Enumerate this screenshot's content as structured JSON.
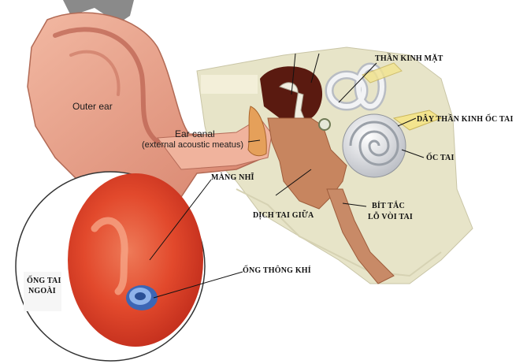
{
  "labels": {
    "outer_ear": "Outer ear",
    "ear_canal": "Ear canal",
    "ear_canal_sub": "(external acoustic meatus)",
    "facial_nerve": "THẦN KINH MẶT",
    "cochlear_nerve": "DÂY THẦN KINH ỐC TAI",
    "cochlea": "ỐC TAI",
    "eardrum": "MÀNG NHĨ",
    "middle_ear_fluid": "DỊCH TAI GIỮA",
    "tube_blocked_line1": "BÍT TẮC",
    "tube_blocked_line2": "LỖ VÒI TAI",
    "ventilation_tube": "ỐNG THÔNG KHÍ",
    "outer_canal_line1": "ỐNG TAI",
    "outer_canal_line2": "NGOÀI"
  },
  "colors": {
    "skin": "#e9a48c",
    "ear_shadow": "#b95f4f",
    "bone": "#e7e4c8",
    "inset_red": "#e2492c",
    "tube_blue": "#5a88d0",
    "nerve_yellow": "#f3e48e"
  }
}
